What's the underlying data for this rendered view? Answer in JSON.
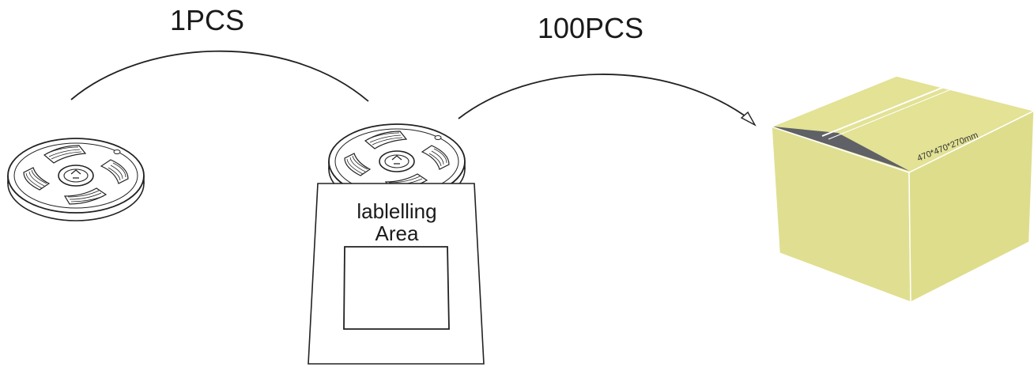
{
  "labels": {
    "step1_quantity": "1PCS",
    "step2_quantity": "100PCS",
    "labelling_line1": "lablelling",
    "labelling_line2": "Area",
    "box_dimensions": "470*470*270mm"
  },
  "colors": {
    "line": "#222222",
    "box_fill": "#e0df91",
    "box_side": "#dedd8c",
    "box_flap_shadow": "#5f6166",
    "background": "#ffffff"
  },
  "icons": [
    "reel-icon",
    "reel-icon",
    "label-bag-icon",
    "carton-box-icon",
    "arrow-head-icon"
  ]
}
